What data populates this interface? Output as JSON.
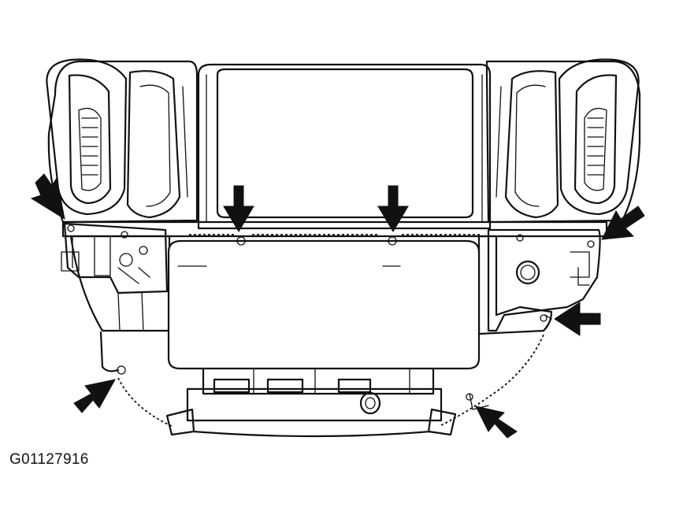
{
  "figure": {
    "id_label": "G01127916"
  },
  "colors": {
    "line": "#111111",
    "background": "#ffffff",
    "arrow": "#111111"
  },
  "callouts": [
    {
      "name": "arrow-upper-left-bracket",
      "icon": "arrow-icon"
    },
    {
      "name": "arrow-top-left-bolt",
      "icon": "arrow-icon"
    },
    {
      "name": "arrow-top-right-bolt",
      "icon": "arrow-icon"
    },
    {
      "name": "arrow-upper-right-bracket",
      "icon": "arrow-icon"
    },
    {
      "name": "arrow-right-side-bolt",
      "icon": "arrow-icon"
    },
    {
      "name": "arrow-lower-right-tab",
      "icon": "arrow-icon"
    },
    {
      "name": "arrow-lower-left-bolt",
      "icon": "arrow-icon"
    }
  ]
}
